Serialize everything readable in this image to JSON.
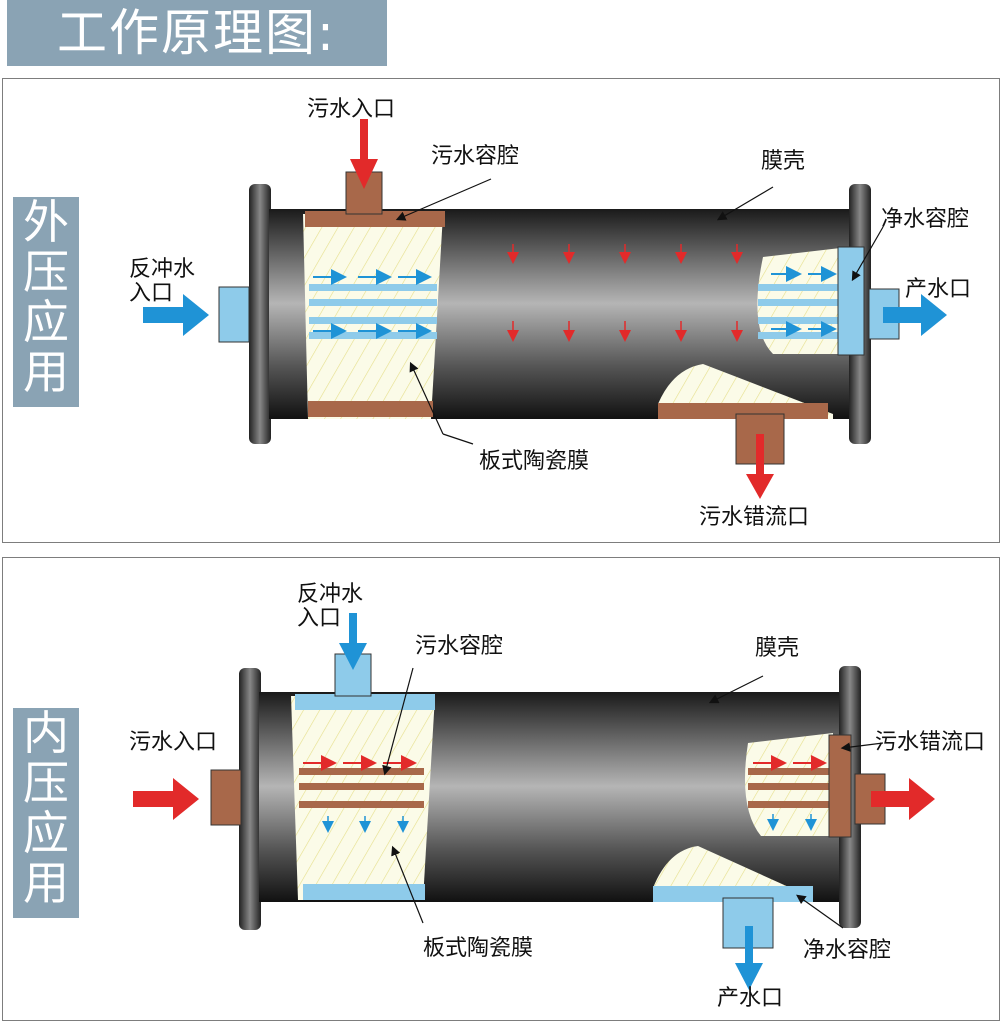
{
  "title": "工作原理图:",
  "top": {
    "side_label": [
      "外",
      "压",
      "应",
      "用"
    ],
    "labels": {
      "dirty_inlet": "污水入口",
      "dirty_chamber": "污水容腔",
      "shell": "膜壳",
      "clean_chamber": "净水容腔",
      "backwash_inlet_1": "反冲水",
      "backwash_inlet_2": "入口",
      "product_outlet": "产水口",
      "membrane": "板式陶瓷膜",
      "crossflow_outlet": "污水错流口"
    }
  },
  "bottom": {
    "side_label": [
      "内",
      "压",
      "应",
      "用"
    ],
    "labels": {
      "backwash_inlet_1": "反冲水",
      "backwash_inlet_2": "入口",
      "dirty_chamber": "污水容腔",
      "shell": "膜壳",
      "dirty_inlet": "污水入口",
      "crossflow_outlet": "污水错流口",
      "membrane": "板式陶瓷膜",
      "clean_chamber": "净水容腔",
      "product_outlet": "产水口"
    }
  },
  "colors": {
    "blue": "#1f93d6",
    "red": "#e22a2a",
    "brown": "#a8684a",
    "light_blue": "#8ecbea",
    "side_bg": "#8aa3b4"
  }
}
